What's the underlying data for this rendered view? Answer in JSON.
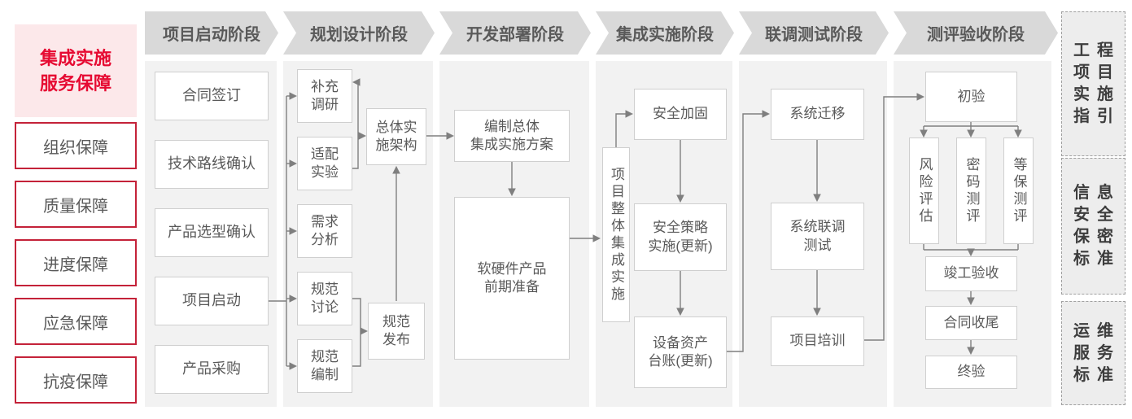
{
  "colors": {
    "accent_red": "#e60a32",
    "red_border": "#c42239",
    "pink_bg": "#fce8ea",
    "banner_bg": "#d9d9d9",
    "panel_bg": "#f2f2f2",
    "node_border": "#cfcfcf",
    "text_gray": "#595959",
    "line_gray": "#7f7f7f",
    "ref_bg": "#ededed"
  },
  "sidebar": {
    "title": "集成实施\n服务保障",
    "items": [
      {
        "label": "组织保障"
      },
      {
        "label": "质量保障"
      },
      {
        "label": "进度保障"
      },
      {
        "label": "应急保障"
      },
      {
        "label": "抗疫保障"
      }
    ]
  },
  "phases": [
    {
      "label": "项目启动阶段"
    },
    {
      "label": "规划设计阶段"
    },
    {
      "label": "开发部署阶段"
    },
    {
      "label": "集成实施阶段"
    },
    {
      "label": "联调测试阶段"
    },
    {
      "label": "测评验收阶段"
    }
  ],
  "flow": {
    "launch": {
      "items": [
        "合同签订",
        "技术路线确认",
        "产品选型确认",
        "项目启动",
        "产品采购"
      ]
    },
    "planning": {
      "items": [
        "补充\n调研",
        "适配\n实验",
        "需求\n分析",
        "规范\n讨论",
        "规范\n编制"
      ],
      "overall_arch": "总体实\n施架构",
      "spec_release": "规范\n发布"
    },
    "development": {
      "plan": "编制总体\n集成实施方案",
      "preparation": "软硬件产品\n前期准备"
    },
    "integration": {
      "overall": "项目整体集成实施",
      "hardening": "安全加固",
      "policy": "安全策略\n实施(更新)",
      "ledger": "设备资产\n台账(更新)"
    },
    "testing": {
      "migration": "系统迁移",
      "joint_test": "系统联调\n测试",
      "training": "项目培训"
    },
    "acceptance": {
      "initial": "初验",
      "evals": [
        "风险评估",
        "密码测评",
        "等保测评"
      ],
      "completion": "竣工验收",
      "closing": "合同收尾",
      "final": "终验"
    }
  },
  "references": [
    {
      "label": "工程\n项目\n实施\n指引"
    },
    {
      "label": "信息\n安全\n保密\n标准"
    },
    {
      "label": "运维\n服务\n标准"
    }
  ]
}
